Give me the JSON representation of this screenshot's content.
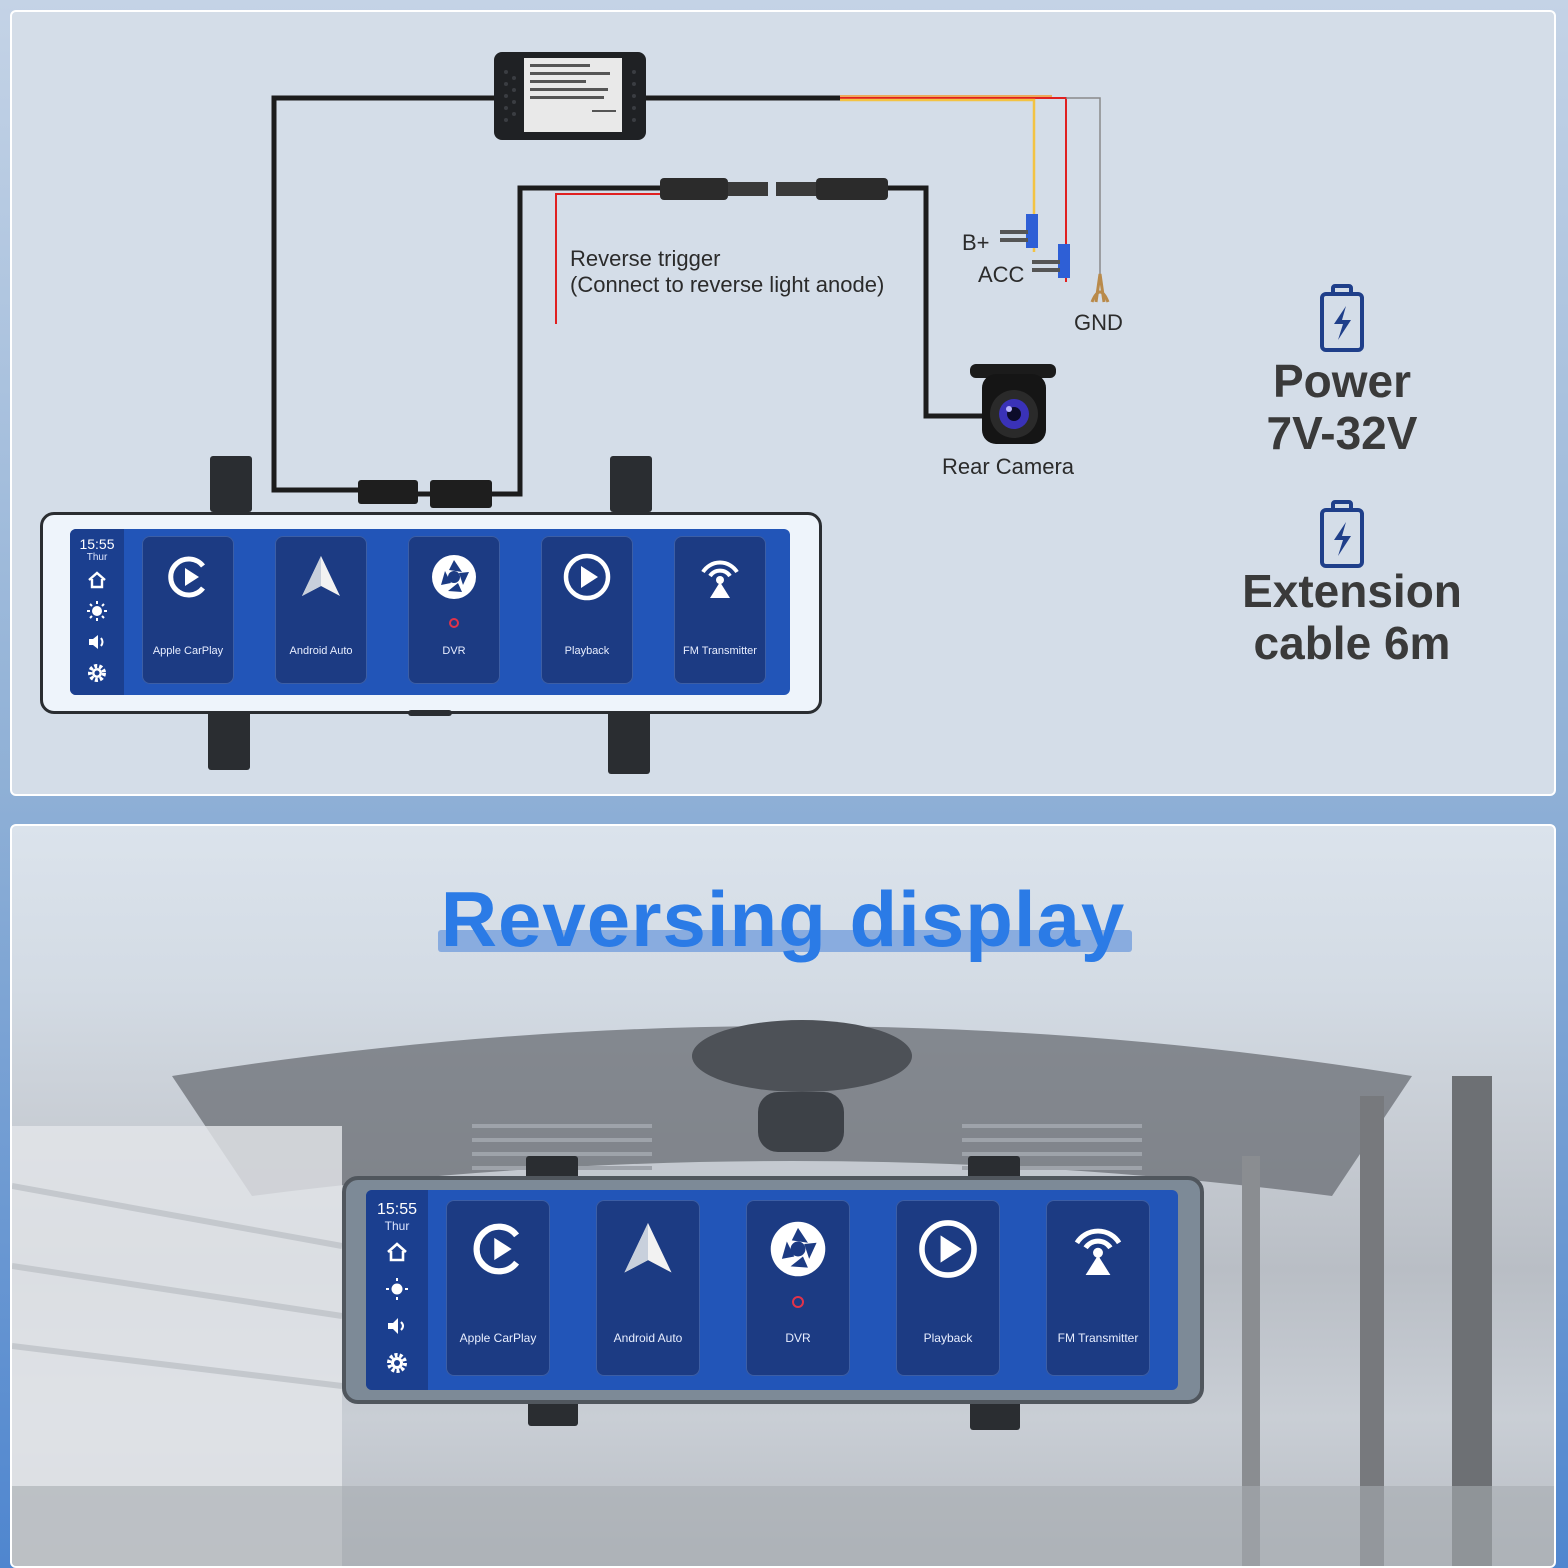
{
  "diagram": {
    "labels": {
      "reverse_trigger_line1": "Reverse trigger",
      "reverse_trigger_line2": "(Connect to reverse light anode)",
      "b_plus": "B+",
      "acc": "ACC",
      "gnd": "GND",
      "rear_camera": "Rear Camera"
    },
    "specs": [
      {
        "line1": "Power",
        "line2": "7V-32V",
        "icon": "battery-charge-icon"
      },
      {
        "line1": "Extension",
        "line2": "cable 6m",
        "icon": "battery-charge-icon"
      }
    ]
  },
  "reversing": {
    "title": "Reversing display"
  },
  "device": {
    "time": "15:55",
    "day": "Thur",
    "sidebar_icons": [
      "home-icon",
      "brightness-icon",
      "volume-icon",
      "settings-icon"
    ],
    "apps": [
      {
        "label": "Apple CarPlay",
        "icon": "carplay-icon"
      },
      {
        "label": "Android Auto",
        "icon": "android-auto-icon"
      },
      {
        "label": "DVR",
        "icon": "camera-aperture-icon"
      },
      {
        "label": "Playback",
        "icon": "play-icon"
      },
      {
        "label": "FM Transmitter",
        "icon": "fm-transmitter-icon"
      }
    ],
    "bottom_apps": [
      "Apple CarPlay",
      "Android Auto",
      "DVR",
      "Playback",
      "FM Transmitter"
    ]
  },
  "colors": {
    "accent_blue": "#2b7be6",
    "screen_blue": "#2255b8",
    "tile_blue": "#1c3b83",
    "wire_black": "#1c1c1c",
    "wire_red": "#e02020",
    "wire_yellow": "#f3c343",
    "fuse_blue": "#2e5fd6"
  }
}
